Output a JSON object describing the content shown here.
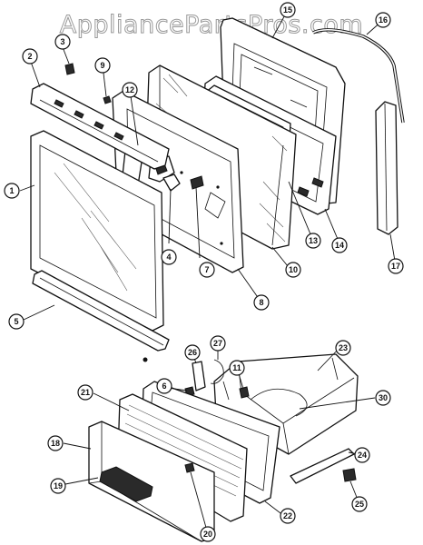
{
  "watermark": "AppliancePartsPros.com",
  "callouts": {
    "p1": "1",
    "p2": "2",
    "p3": "3",
    "p4": "4",
    "p5": "5",
    "p6": "6",
    "p7": "7",
    "p8": "8",
    "p9": "9",
    "p10": "10",
    "p11": "11",
    "p12": "12",
    "p13": "13",
    "p14": "14",
    "p15": "15",
    "p16": "16",
    "p17": "17",
    "p18": "18",
    "p19": "19",
    "p20": "20",
    "p21": "21",
    "p22": "22",
    "p23": "23",
    "p24": "24",
    "p25": "25",
    "p26": "26",
    "p27": "27",
    "p30": "30"
  }
}
